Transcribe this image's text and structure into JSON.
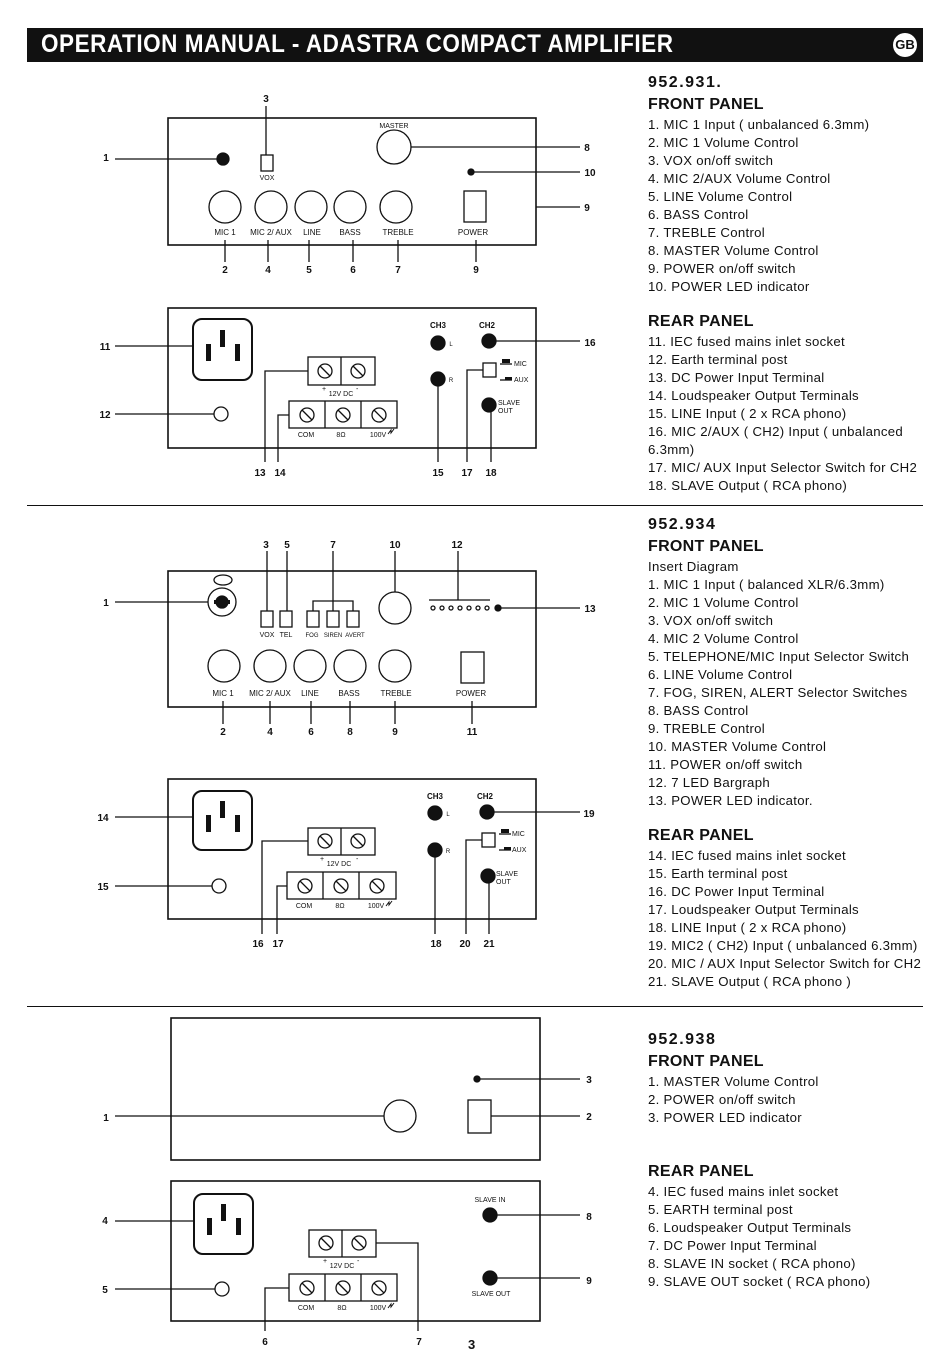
{
  "header": {
    "title": "OPERATION MANUAL - ADASTRA COMPACT AMPLIFIER",
    "badge": "GB"
  },
  "sections": [
    {
      "model": "952.931.",
      "front_title": "FRONT PANEL",
      "front_items": [
        "1. MIC 1 Input ( unbalanced 6.3mm)",
        "2. MIC 1 Volume Control",
        "3. VOX  on/off switch",
        "4. MIC 2/AUX Volume Control",
        "5. LINE Volume Control",
        "6. BASS Control",
        "7. TREBLE Control",
        "8. MASTER Volume Control",
        "9. POWER on/off switch",
        "10. POWER LED indicator"
      ],
      "rear_title": "REAR PANEL",
      "rear_items": [
        "11. IEC fused mains inlet socket",
        "12. Earth terminal post",
        "13. DC Power Input Terminal",
        "14. Loudspeaker Output Terminals",
        "15. LINE Input ( 2 x RCA phono)",
        "16. MIC 2/AUX  ( CH2) Input ( unbalanced",
        "6.3mm)",
        "17. MIC/ AUX Input Selector Switch for CH2",
        "18. SLAVE Output ( RCA phono)"
      ]
    },
    {
      "model": "952.934",
      "front_title": "FRONT PANEL",
      "front_items": [
        "Insert Diagram",
        "1. MIC 1 Input ( balanced XLR/6.3mm)",
        "2. MIC 1 Volume Control",
        "3. VOX on/off switch",
        "4. MIC 2 Volume Control",
        "5. TELEPHONE/MIC Input Selector Switch",
        "6. LINE Volume Control",
        "7. FOG, SIREN, ALERT Selector Switches",
        "8. BASS Control",
        "9. TREBLE Control",
        "10. MASTER Volume Control",
        "11. POWER on/off switch",
        "12. 7 LED Bargraph",
        "13.  POWER  LED indicator."
      ],
      "rear_title": "REAR PANEL",
      "rear_items": [
        "14. IEC fused mains inlet socket",
        "15. Earth terminal post",
        "16. DC Power Input Terminal",
        "17. Loudspeaker Output Terminals",
        "18. LINE Input ( 2 x RCA phono)",
        "19. MIC2 ( CH2) Input ( unbalanced 6.3mm)",
        "20. MIC / AUX Input Selector Switch for CH2",
        "21. SLAVE Output ( RCA phono )"
      ]
    },
    {
      "model": "952.938",
      "front_title": "FRONT  PANEL",
      "front_items": [
        "1. MASTER Volume Control",
        "2. POWER on/off switch",
        "3. POWER LED indicator"
      ],
      "rear_title": "REAR PANEL",
      "rear_items": [
        "4. IEC fused mains inlet socket",
        "5. EARTH terminal post",
        "6. Loudspeaker Output Terminals",
        "7. DC Power Input Terminal",
        "8. SLAVE  IN socket ( RCA phono)",
        "9. SLAVE OUT socket   ( RCA phono)"
      ]
    }
  ],
  "panel_labels": {
    "mic1": "MIC 1",
    "mic2aux": "MIC 2/ AUX",
    "mic2aux_b": "MIC 2/ AUX",
    "line": "LINE",
    "bass": "BASS",
    "treble": "TREBLE",
    "power": "POWER",
    "master": "MASTER",
    "vox": "VOX",
    "tel": "TEL",
    "fog": "FOG",
    "siren": "SIREN",
    "avert": "AVERT",
    "ch3": "CH3",
    "ch2": "CH2",
    "l": "L",
    "r": "R",
    "mic": "MIC",
    "aux": "AUX",
    "slave_out": "SLAVE\nOUT",
    "dc": "12V DC",
    "com": "COM",
    "ohm": "8Ω",
    "v100": "100V",
    "plus": "+",
    "minus": "-",
    "slave_in": "SLAVE IN",
    "slave_out_b": "SLAVE OUT"
  },
  "callouts": {
    "a_front": [
      "1",
      "2",
      "3",
      "4",
      "5",
      "6",
      "7",
      "8",
      "9",
      "9",
      "10"
    ],
    "a_rear": [
      "11",
      "12",
      "13",
      "14",
      "15",
      "16",
      "17",
      "18"
    ],
    "b_front": [
      "1",
      "2",
      "3",
      "4",
      "5",
      "6",
      "7",
      "8",
      "9",
      "10",
      "11",
      "12",
      "13"
    ],
    "b_rear": [
      "14",
      "15",
      "16",
      "17",
      "18",
      "19",
      "20",
      "21"
    ],
    "c_front": [
      "1",
      "2",
      "3"
    ],
    "c_rear": [
      "4",
      "5",
      "6",
      "7",
      "8",
      "9"
    ]
  },
  "page_number": "3"
}
